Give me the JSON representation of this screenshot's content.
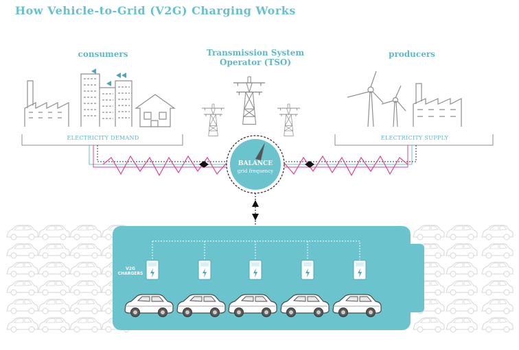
{
  "title": "How Vehicle-to-Grid (V2G) Charging Works",
  "sections": {
    "consumers": {
      "label": "consumers",
      "bracket_label": "ELECTRICITY DEMAND"
    },
    "tso": {
      "line1": "Transmission System",
      "line2": "Operator (TSO)"
    },
    "producers": {
      "label": "producers",
      "bracket_label": "ELECTRICITY SUPPLY"
    }
  },
  "balance": {
    "line1": "BALANCE",
    "line2": "grid frequency"
  },
  "chargers": {
    "label_line1": "V2G",
    "label_line2": "CHARGERS",
    "count": 5
  },
  "colors": {
    "teal": "#6ac3cd",
    "teal_dark": "#4aa9b5",
    "magenta": "#e0408f",
    "cyan_line": "#5bc4dc",
    "outline": "#8d8d8d",
    "ghost_car": "#d4d4d4"
  },
  "icons": [
    "factory-icon",
    "office-building-icon",
    "house-icon",
    "power-pylon-icon",
    "wind-turbine-icon",
    "ev-charger-icon",
    "car-icon",
    "bolt-icon"
  ]
}
